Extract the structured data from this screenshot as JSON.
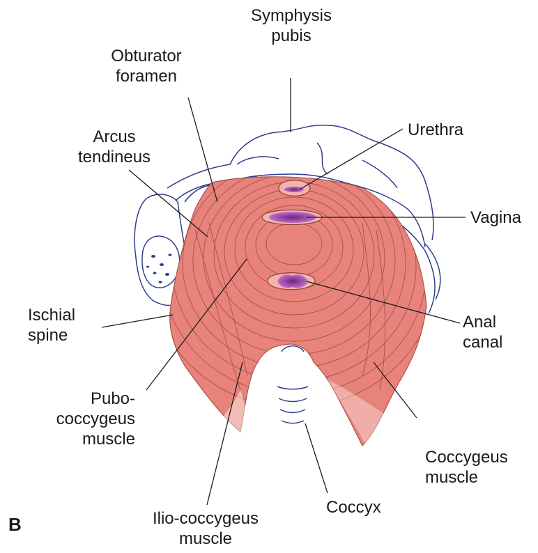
{
  "panel_letter": "B",
  "labels": {
    "symphysis_pubis": "Symphysis\npubis",
    "obturator_foramen": "Obturator\nforamen",
    "urethra": "Urethra",
    "arcus_tendineus": "Arcus\ntendineus",
    "vagina": "Vagina",
    "ischial_spine": "Ischial\nspine",
    "anal_canal": "Anal\ncanal",
    "pubococcygeus_muscle": "Pubo-\ncoccygeus\nmuscle",
    "coccygeus_muscle": "Coccygeus\nmuscle",
    "iliococcygeus_muscle": "Ilio-coccygeus\nmuscle",
    "coccyx": "Coccyx"
  },
  "colors": {
    "muscle_fill": "#e8837b",
    "muscle_lines": "#8e3f3c",
    "bone_outline": "#2f3d8c",
    "orifice_fill": "#8a3a9c",
    "leader_line": "#1a1a1a"
  }
}
